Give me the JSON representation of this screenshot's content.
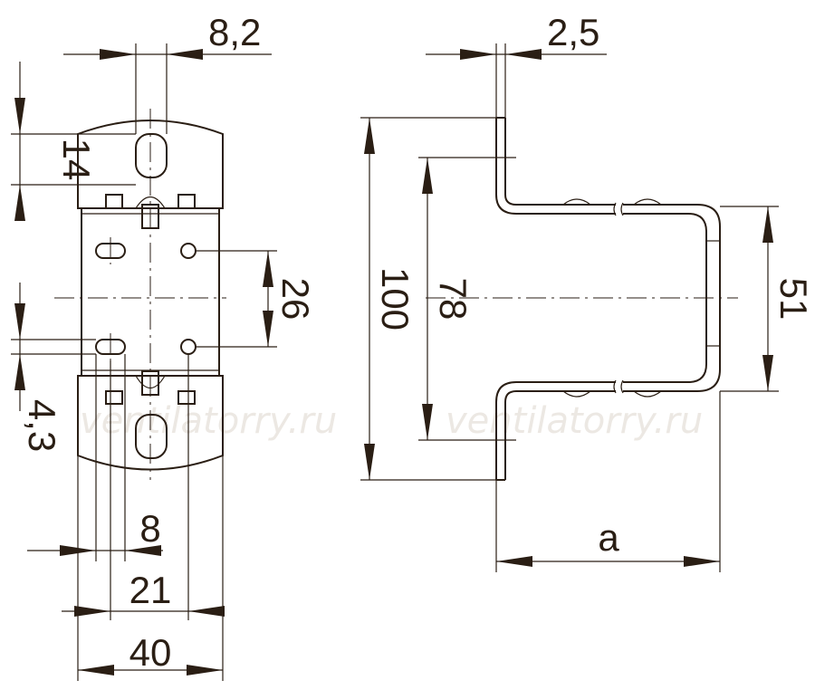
{
  "watermark": "ventilatorry.ru",
  "front_view": {
    "dim_top_gap": "8,2",
    "dim_slot_height": "14",
    "dim_hole_spacing": "26",
    "dim_hole_dia": "4,3",
    "dim_inner_gap": "8",
    "dim_hole_span": "21",
    "dim_width": "40"
  },
  "side_view": {
    "dim_thickness": "2,5",
    "dim_height": "100",
    "dim_inner_height": "78",
    "dim_clamp_height": "51",
    "dim_depth": "a"
  }
}
